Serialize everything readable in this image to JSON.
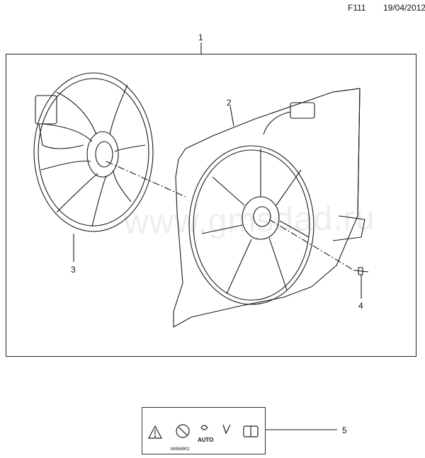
{
  "header": {
    "code": "F111",
    "date": "19/04/2012"
  },
  "callouts": {
    "c1": "1",
    "c2": "2",
    "c3": "3",
    "c4": "4",
    "c5": "5"
  },
  "label": {
    "part_number": "94568902",
    "auto_text": "AUTO"
  },
  "watermark": "www.gmsdad.ru"
}
